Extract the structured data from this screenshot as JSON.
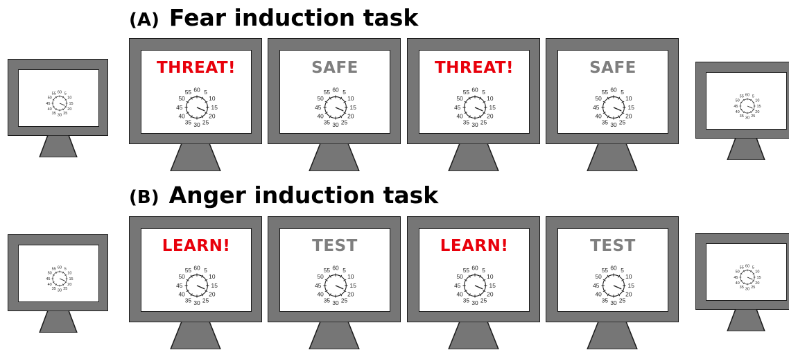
{
  "panels": [
    {
      "label": "(A)",
      "title": "Fear induction task",
      "monitors": [
        {
          "kind": "small",
          "word": ""
        },
        {
          "kind": "large",
          "word": "THREAT!",
          "word_color": "#e8000b"
        },
        {
          "kind": "large",
          "word": "SAFE",
          "word_color": "#7f7f7f"
        },
        {
          "kind": "large",
          "word": "THREAT!",
          "word_color": "#e8000b"
        },
        {
          "kind": "large",
          "word": "SAFE",
          "word_color": "#7f7f7f"
        },
        {
          "kind": "small",
          "word": ""
        }
      ]
    },
    {
      "label": "(B)",
      "title": "Anger induction task",
      "monitors": [
        {
          "kind": "small",
          "word": ""
        },
        {
          "kind": "large",
          "word": "LEARN!",
          "word_color": "#e8000b"
        },
        {
          "kind": "large",
          "word": "TEST",
          "word_color": "#7f7f7f"
        },
        {
          "kind": "large",
          "word": "LEARN!",
          "word_color": "#e8000b"
        },
        {
          "kind": "large",
          "word": "TEST",
          "word_color": "#7f7f7f"
        },
        {
          "kind": "small",
          "word": ""
        }
      ]
    }
  ],
  "dial_labels": [
    "5",
    "10",
    "15",
    "20",
    "25",
    "30",
    "35",
    "40",
    "45",
    "50",
    "55",
    "60"
  ],
  "colors": {
    "monitor_frame": "#767676",
    "outline": "#1a1a1a",
    "screen": "#ffffff"
  }
}
